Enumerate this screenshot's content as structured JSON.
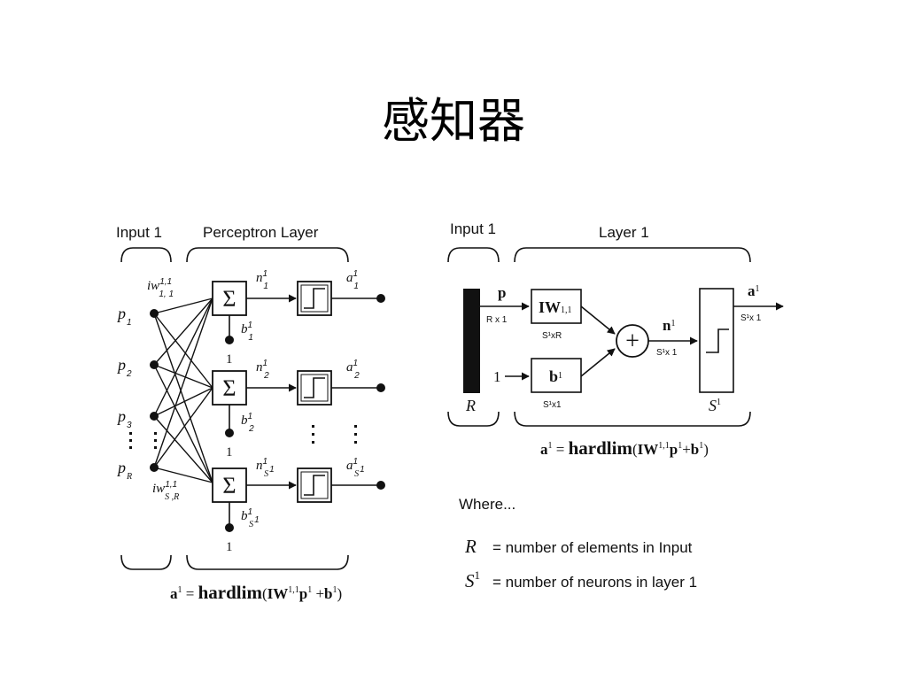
{
  "slide": {
    "title": "感知器"
  },
  "left_diagram": {
    "input_label": "Input 1",
    "layer_label": "Perceptron Layer",
    "inputs": [
      {
        "base": "p",
        "sub": "1"
      },
      {
        "base": "p",
        "sub": "2"
      },
      {
        "base": "p",
        "sub": "3"
      },
      {
        "base": "p",
        "sub": "R"
      }
    ],
    "weight_top": {
      "base": "iw",
      "sup": "1,1",
      "sub": "1, 1"
    },
    "weight_bottom": {
      "base": "iw",
      "sup": "1,1",
      "sub": "S  ,R"
    },
    "sum_symbol": "Σ",
    "neurons": [
      {
        "n": "n",
        "n_sup": "1",
        "n_sub": "1",
        "b": "b",
        "b_sup": "1",
        "b_sub": "1",
        "a": "a",
        "a_sup": "1",
        "a_sub": "1",
        "one": "1"
      },
      {
        "n": "n",
        "n_sup": "1",
        "n_sub": "2",
        "b": "b",
        "b_sup": "1",
        "b_sub": "2",
        "a": "a",
        "a_sup": "1",
        "a_sub": "2",
        "one": "1"
      },
      {
        "n": "n",
        "n_sup": "1",
        "n_sub": "S",
        "b": "b",
        "b_sup": "1",
        "b_sub": "S",
        "a": "a",
        "a_sup": "1",
        "a_sub": "S",
        "one": "1"
      }
    ],
    "formula": {
      "lhs": "a",
      "lhs_sup": "1",
      "eq": " = ",
      "fn": "hardlim",
      "open": "(",
      "W": "IW",
      "W_sup": "1,1",
      "p": "p",
      "p_sup": "1",
      "plus": " +",
      "b": "b",
      "b_sup": "1",
      "close": ")"
    }
  },
  "right_diagram": {
    "input_label": "Input 1",
    "layer_label": "Layer 1",
    "p_label": "p",
    "p_dim": "R x 1",
    "bar_label": "R",
    "one_label": "1",
    "iw_box": {
      "label": "IW",
      "sup": "1,1",
      "dim": "S¹xR"
    },
    "b_box": {
      "label": "b",
      "sup": "1",
      "dim": "S¹x1"
    },
    "plus_symbol": "+",
    "n_label": "n",
    "n_sup": "1",
    "n_dim": "S¹x 1",
    "a_label": "a",
    "a_sup": "1",
    "a_dim": "S¹x 1",
    "transfer_label": "S",
    "transfer_sup": "1",
    "formula": {
      "lhs": "a",
      "lhs_sup": "1",
      "eq": " = ",
      "fn": "hardlim",
      "open": "(",
      "W": "IW",
      "W_sup": "1,1",
      "p": "p",
      "p_sup": "1",
      "plus": "+",
      "b": "b",
      "b_sup": "1",
      "close": ")"
    }
  },
  "legend": {
    "where": "Where...",
    "items": [
      {
        "symbol": "R",
        "sup": "",
        "text": "= number of elements in Input"
      },
      {
        "symbol": "S",
        "sup": "1",
        "text": "= number of neurons in layer 1"
      }
    ]
  }
}
